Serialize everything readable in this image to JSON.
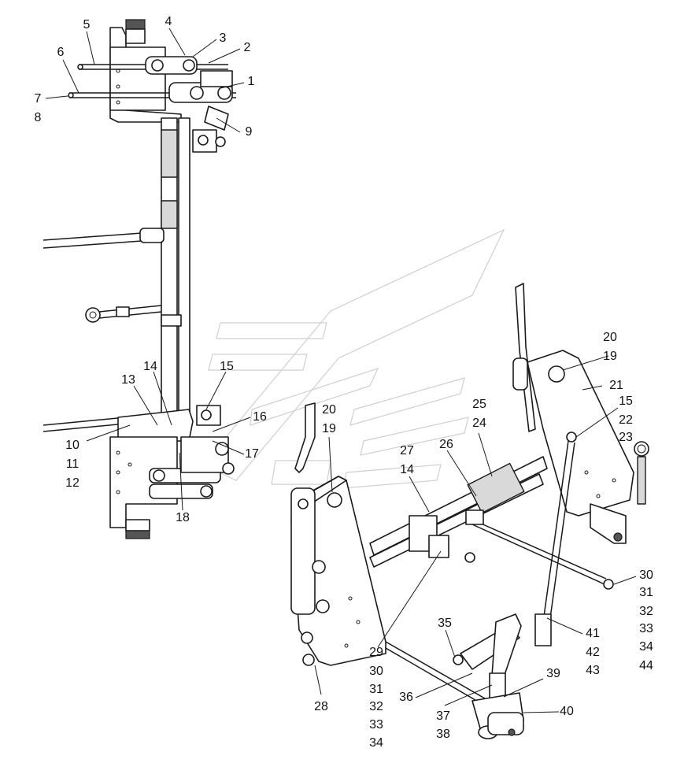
{
  "callouts": [
    {
      "id": "c1",
      "text": "1"
    },
    {
      "id": "c2",
      "text": "2"
    },
    {
      "id": "c3",
      "text": "3"
    },
    {
      "id": "c4",
      "text": "4"
    },
    {
      "id": "c5",
      "text": "5"
    },
    {
      "id": "c6",
      "text": "6"
    },
    {
      "id": "c7",
      "text": "7"
    },
    {
      "id": "c8",
      "text": "8"
    },
    {
      "id": "c9",
      "text": "9"
    },
    {
      "id": "c10",
      "text": "10"
    },
    {
      "id": "c11",
      "text": "11"
    },
    {
      "id": "c12",
      "text": "12"
    },
    {
      "id": "c13",
      "text": "13"
    },
    {
      "id": "c14a",
      "text": "14"
    },
    {
      "id": "c15a",
      "text": "15"
    },
    {
      "id": "c16",
      "text": "16"
    },
    {
      "id": "c17",
      "text": "17"
    },
    {
      "id": "c18",
      "text": "18"
    },
    {
      "id": "c20a",
      "text": "20"
    },
    {
      "id": "c19a",
      "text": "19"
    },
    {
      "id": "c25",
      "text": "25"
    },
    {
      "id": "c24",
      "text": "24"
    },
    {
      "id": "c26",
      "text": "26"
    },
    {
      "id": "c27",
      "text": "27"
    },
    {
      "id": "c14b",
      "text": "14"
    },
    {
      "id": "c20b",
      "text": "20"
    },
    {
      "id": "c19b",
      "text": "19"
    },
    {
      "id": "c21",
      "text": "21"
    },
    {
      "id": "c15b",
      "text": "15"
    },
    {
      "id": "c22",
      "text": "22"
    },
    {
      "id": "c23",
      "text": "23"
    },
    {
      "id": "c30a",
      "text": "30"
    },
    {
      "id": "c31a",
      "text": "31"
    },
    {
      "id": "c32a",
      "text": "32"
    },
    {
      "id": "c33a",
      "text": "33"
    },
    {
      "id": "c34a",
      "text": "34"
    },
    {
      "id": "c44",
      "text": "44"
    },
    {
      "id": "c41",
      "text": "41"
    },
    {
      "id": "c42",
      "text": "42"
    },
    {
      "id": "c43",
      "text": "43"
    },
    {
      "id": "c35",
      "text": "35"
    },
    {
      "id": "c29",
      "text": "29"
    },
    {
      "id": "c30b",
      "text": "30"
    },
    {
      "id": "c31b",
      "text": "31"
    },
    {
      "id": "c32b",
      "text": "32"
    },
    {
      "id": "c33b",
      "text": "33"
    },
    {
      "id": "c34b",
      "text": "34"
    },
    {
      "id": "c28",
      "text": "28"
    },
    {
      "id": "c36",
      "text": "36"
    },
    {
      "id": "c37",
      "text": "37"
    },
    {
      "id": "c38",
      "text": "38"
    },
    {
      "id": "c39",
      "text": "39"
    },
    {
      "id": "c40",
      "text": "40"
    }
  ]
}
